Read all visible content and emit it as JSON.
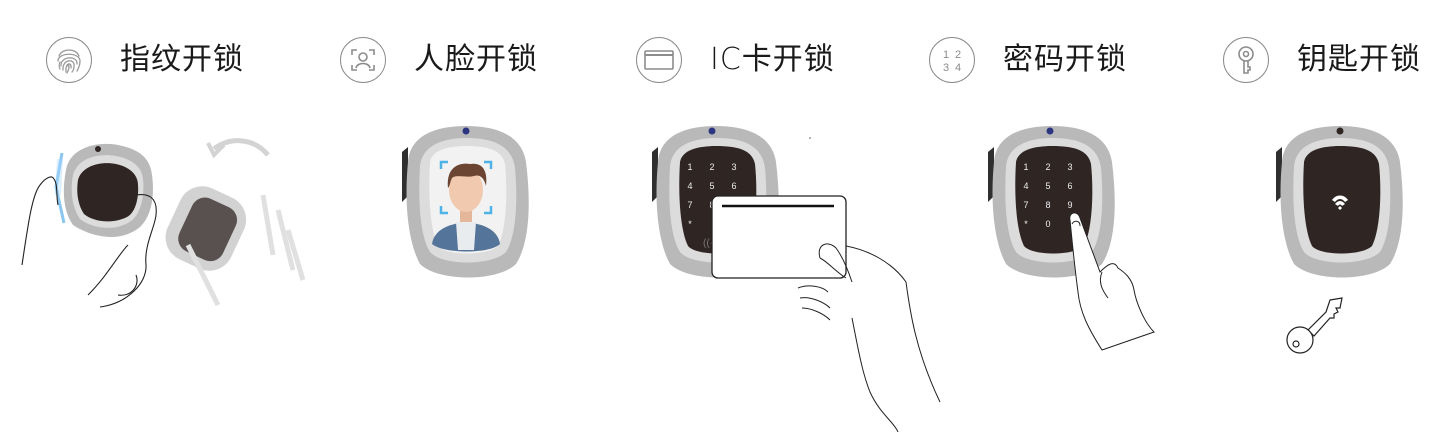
{
  "methods": [
    {
      "id": "fingerprint",
      "label": "指纹开锁",
      "icon": "fingerprint-icon"
    },
    {
      "id": "face",
      "label": "人脸开锁",
      "icon": "face-scan-icon"
    },
    {
      "id": "ic-card",
      "label": "IC卡开锁",
      "icon": "card-icon"
    },
    {
      "id": "password",
      "label": "密码开锁",
      "icon": "keypad-icon",
      "icon_digits": [
        "1",
        "2",
        "3",
        "4"
      ]
    },
    {
      "id": "key",
      "label": "钥匙开锁",
      "icon": "key-icon"
    }
  ],
  "keypad": {
    "rows": [
      [
        "1",
        "2",
        "3"
      ],
      [
        "4",
        "5",
        "6"
      ],
      [
        "7",
        "8",
        "9"
      ],
      [
        "*",
        "0",
        ""
      ]
    ]
  },
  "colors": {
    "lock_outer": "#b9b9b9",
    "lock_ring": "#dcdcdc",
    "lock_screen": "#2f2624",
    "scan_bracket": "#4fb3e8",
    "fingerprint_glow": "#5aaeea",
    "icon_stroke": "#8c8c8c",
    "label_text": "#1a1a1a"
  }
}
